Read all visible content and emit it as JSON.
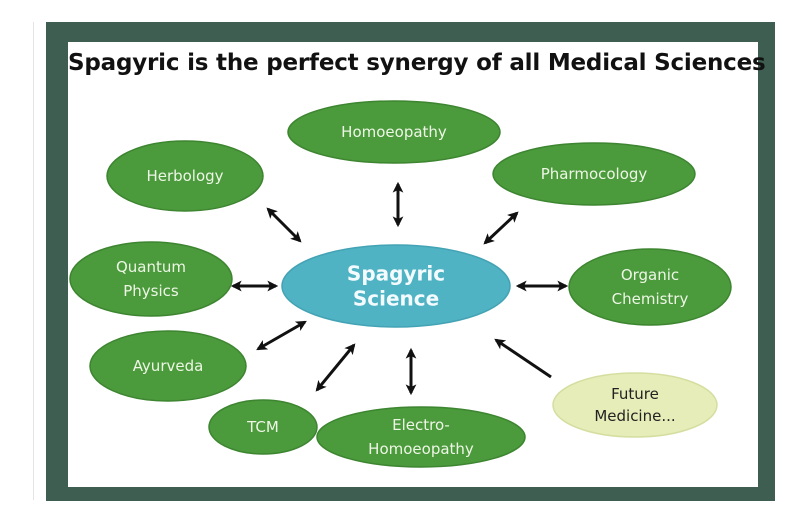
{
  "title": "Spagyric is the perfect synergy of all Medical Sciences",
  "colors": {
    "frame": "#3f5e52",
    "node_fill": "#4b9a3c",
    "node_stroke": "#3d8530",
    "center_fill": "#4fb3c4",
    "future_fill": "#e6edb8",
    "arrow": "#111111"
  },
  "center": {
    "lines": [
      "Spagyric",
      "Science"
    ]
  },
  "nodes": [
    {
      "id": "homoeopathy",
      "lines": [
        "Homoeopathy"
      ],
      "style": "green"
    },
    {
      "id": "herbology",
      "lines": [
        "Herbology"
      ],
      "style": "green"
    },
    {
      "id": "pharmocology",
      "lines": [
        "Pharmocology"
      ],
      "style": "green"
    },
    {
      "id": "quantum-physics",
      "lines": [
        "Quantum",
        "Physics"
      ],
      "style": "green"
    },
    {
      "id": "organic-chemistry",
      "lines": [
        "Organic",
        "Chemistry"
      ],
      "style": "green"
    },
    {
      "id": "ayurveda",
      "lines": [
        "Ayurveda"
      ],
      "style": "green"
    },
    {
      "id": "tcm",
      "lines": [
        "TCM"
      ],
      "style": "green"
    },
    {
      "id": "electro-homoeopathy",
      "lines": [
        "Electro-",
        "Homoeopathy"
      ],
      "style": "green"
    },
    {
      "id": "future-medicine",
      "lines": [
        "Future",
        "Medicine..."
      ],
      "style": "future"
    }
  ],
  "edges": [
    {
      "from": "homoeopathy",
      "to": "center",
      "direction": "both"
    },
    {
      "from": "herbology",
      "to": "center",
      "direction": "both"
    },
    {
      "from": "pharmocology",
      "to": "center",
      "direction": "both"
    },
    {
      "from": "quantum-physics",
      "to": "center",
      "direction": "both"
    },
    {
      "from": "organic-chemistry",
      "to": "center",
      "direction": "both"
    },
    {
      "from": "ayurveda",
      "to": "center",
      "direction": "both"
    },
    {
      "from": "tcm",
      "to": "center",
      "direction": "both"
    },
    {
      "from": "electro-homoeopathy",
      "to": "center",
      "direction": "both"
    },
    {
      "from": "future-medicine",
      "to": "center",
      "direction": "to-center"
    }
  ]
}
